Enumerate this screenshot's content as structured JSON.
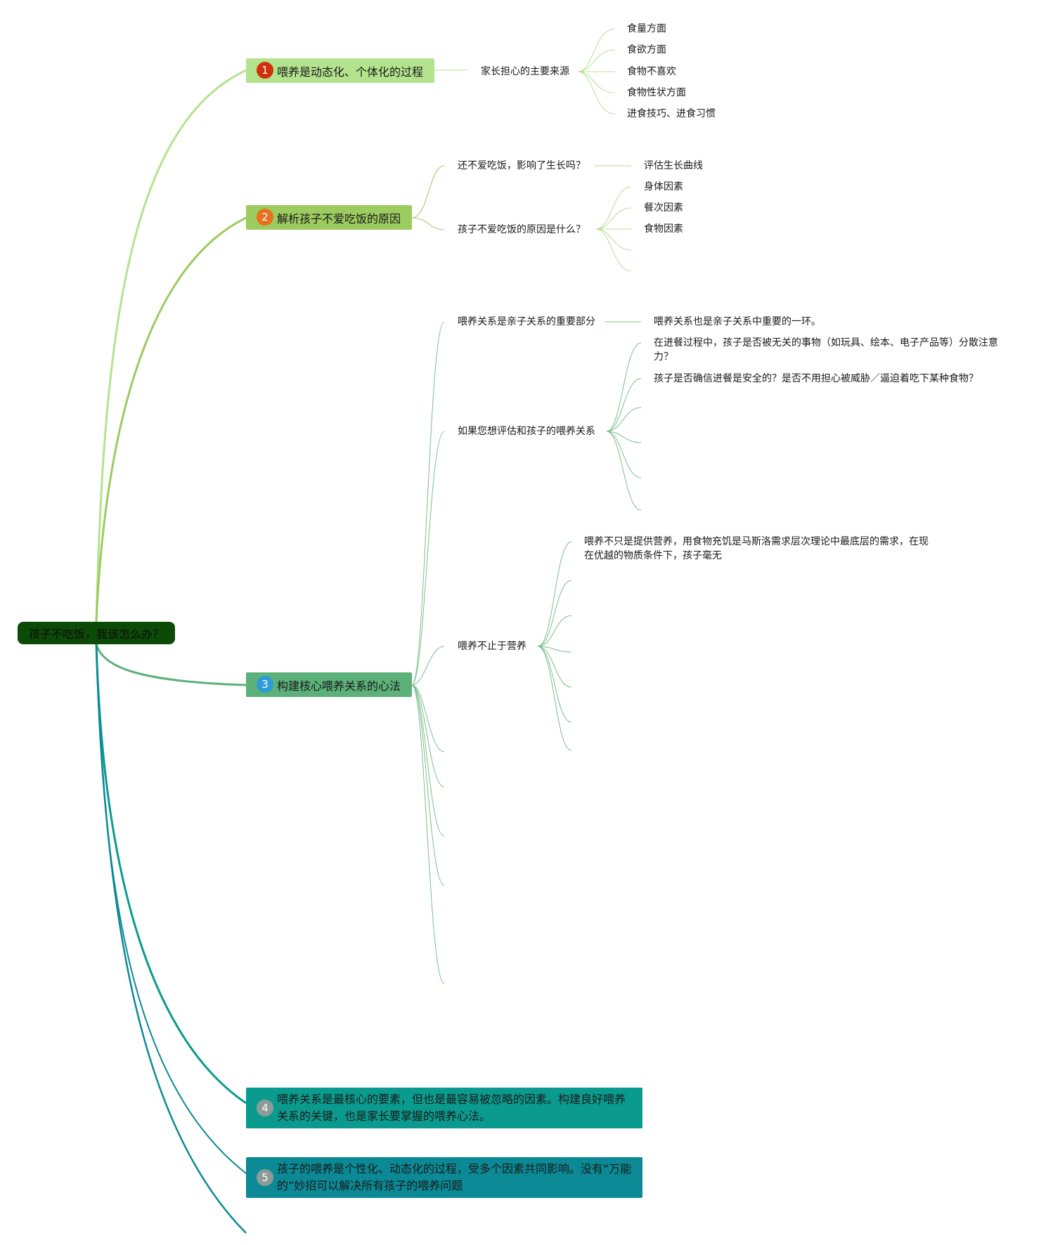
{
  "root": {
    "label": "孩子不吃饭，我该怎么办？"
  },
  "colors": {
    "root_bg": "#0c4a07",
    "branch1": "#b4e38e",
    "branch2": "#9ccb5f",
    "branch3": "#5cb079",
    "branch4": "#0b9b8e",
    "branch5": "#0b8a96",
    "badge1": "#d1300c",
    "badge2": "#e8701e",
    "badge3": "#2e9bd6",
    "badge4": "#8c9a98",
    "badge5": "#8c9a98"
  },
  "branches": [
    {
      "badge": "1",
      "label": "喂养是动态化、个体化的过程",
      "children": [
        {
          "label": "家长担心的主要来源",
          "children": [
            "食量方面",
            "食欲方面",
            "食物不喜欢",
            "食物性状方面",
            "进食技巧、进食习惯"
          ]
        }
      ]
    },
    {
      "badge": "2",
      "label": "解析孩子不爱吃饭的原因",
      "children": [
        {
          "label": "还不爱吃饭，影响了生长吗？",
          "children": [
            "评估生长曲线"
          ]
        },
        {
          "label": "孩子不爱吃饭的原因是什么？",
          "children": [
            "身体因素",
            "餐次因素",
            "食物因素"
          ]
        }
      ]
    },
    {
      "badge": "3",
      "label": "构建核心喂养关系的心法",
      "children": [
        {
          "label": "喂养关系是亲子关系的重要部分",
          "children": [
            "喂养关系也是亲子关系中重要的一环。"
          ]
        },
        {
          "label": "如果您想评估和孩子的喂养关系",
          "children": [
            "在进餐过程中，孩子是否被无关的事物（如玩具、绘本、电子产品等）分散注意力？",
            "孩子是否确信进餐是安全的？是否不用担心被威胁／逼迫着吃下某种食物？"
          ]
        },
        {
          "label": "喂养不止于营养",
          "children": [
            "喂养不只是提供营养，用食物充饥是马斯洛需求层次理论中最底层的需求，在现在优越的物质条件下，孩子毫无"
          ]
        }
      ]
    },
    {
      "badge": "4",
      "label": "喂养关系是最核心的要素，但也是最容易被忽略的因素。构建良好喂养关系的关键，也是家长要掌握的喂养心法。"
    },
    {
      "badge": "5",
      "label": "孩子的喂养是个性化、动态化的过程，受多个因素共同影响。没有“万能的”妙招可以解决所有孩子的喂养问题"
    }
  ]
}
